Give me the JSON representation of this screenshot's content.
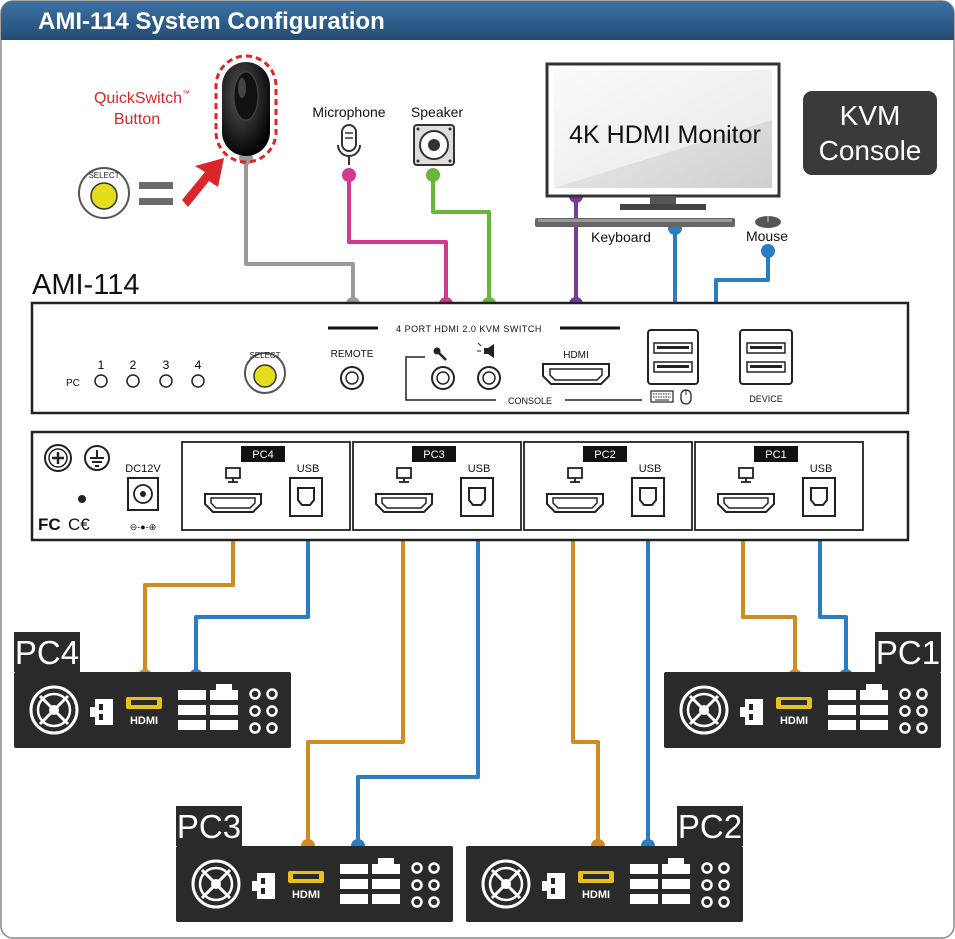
{
  "header": {
    "title": "AMI-114 System Configuration"
  },
  "quickswitch": {
    "label_line1": "QuickSwitch",
    "tm": "™",
    "label_line2": "Button"
  },
  "select_label": "SELECT",
  "audio": {
    "microphone": "Microphone",
    "speaker": "Speaker"
  },
  "monitor": {
    "label": "4K HDMI Monitor"
  },
  "kvm_console": {
    "line1": "KVM",
    "line2": "Console"
  },
  "peripherals": {
    "keyboard": "Keyboard",
    "mouse": "Mouse"
  },
  "device_name": "AMI-114",
  "front_panel": {
    "title": "4 PORT HDMI 2.0 KVM SWITCH",
    "pc_label": "PC",
    "leds": [
      "1",
      "2",
      "3",
      "4"
    ],
    "select": "SELECT",
    "remote": "REMOTE",
    "hdmi": "HDMI",
    "console": "CONSOLE",
    "device": "DEVICE"
  },
  "rear_panel": {
    "power": "DC12V",
    "ports": [
      {
        "name": "PC4",
        "usb": "USB"
      },
      {
        "name": "PC3",
        "usb": "USB"
      },
      {
        "name": "PC2",
        "usb": "USB"
      },
      {
        "name": "PC1",
        "usb": "USB"
      }
    ]
  },
  "computers": [
    {
      "label": "PC4",
      "hdmi": "HDMI"
    },
    {
      "label": "PC3",
      "hdmi": "HDMI"
    },
    {
      "label": "PC2",
      "hdmi": "HDMI"
    },
    {
      "label": "PC1",
      "hdmi": "HDMI"
    }
  ],
  "colors": {
    "header": "#2d5c8a",
    "cable_gray": "#9a9a9a",
    "cable_pink": "#d23a8f",
    "cable_green": "#6ab53a",
    "cable_purple": "#7a3a9a",
    "cable_blue": "#2a7cc4",
    "cable_orange": "#d28a22",
    "quickswitch_red": "#d9262b"
  }
}
